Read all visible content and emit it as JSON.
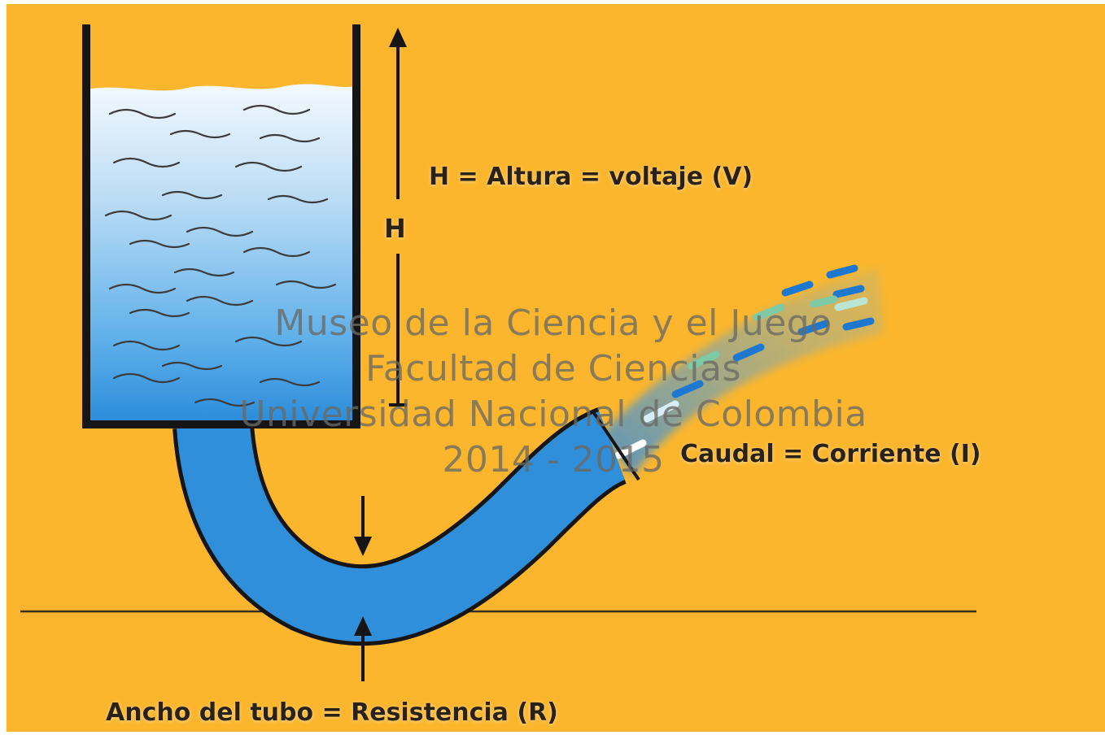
{
  "colors": {
    "background": "#FBB62D",
    "water": "#2F8FDB",
    "outline": "#151515"
  },
  "labels": {
    "height_eq": "H = Altura = voltaje (V)",
    "height_marker": "H",
    "flow_eq": "Caudal = Corriente (I)",
    "width_eq": "Ancho del tubo = Resistencia (R)"
  },
  "watermark": {
    "line1": "Museo de la Ciencia y el Juego",
    "line2": "Facultad de Ciencias",
    "line3": "Universidad Nacional de Colombia",
    "line4": "2014 - 2015"
  }
}
